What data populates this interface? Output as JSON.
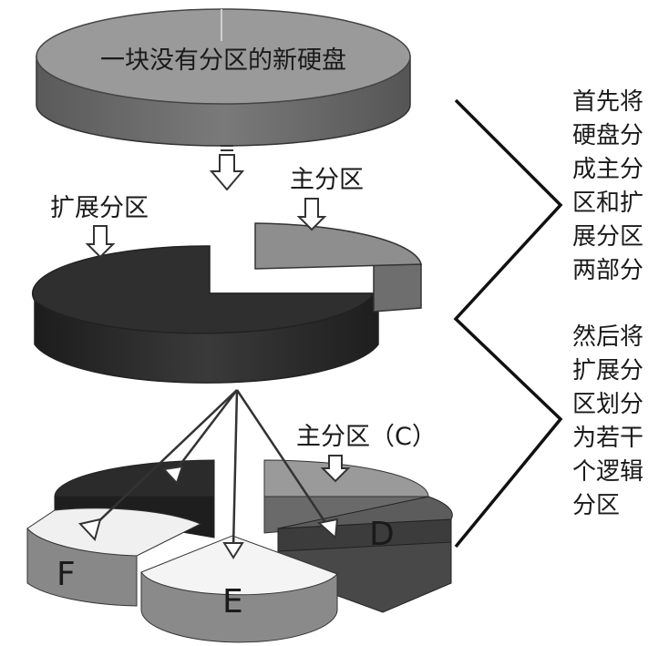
{
  "top_disk_label": "一块没有分区的新硬盘",
  "extended_label": "扩展分区",
  "primary_label": "主分区",
  "primary_c_label": "主分区（C）",
  "note_1": [
    "首先将",
    "硬盘分",
    "成主分",
    "区和扩",
    "展分区",
    "两部分"
  ],
  "note_2": [
    "然后将",
    "扩展分",
    "区划分",
    "为若干",
    "个逻辑",
    "分区"
  ],
  "drive_d": "D",
  "drive_e": "E",
  "drive_f": "F"
}
